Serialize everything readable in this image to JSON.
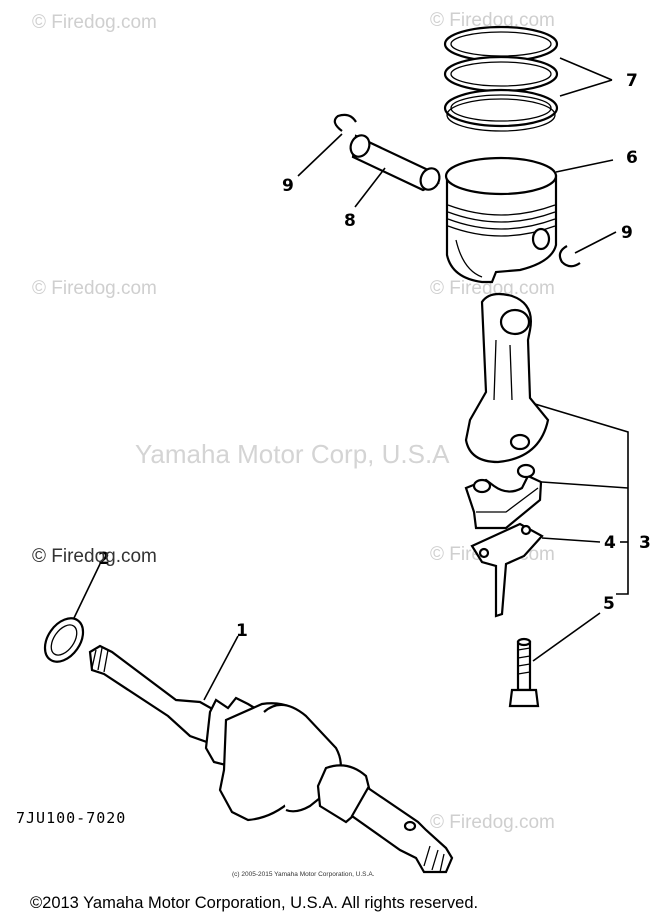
{
  "watermarks": {
    "firedog": "© Firedog.com",
    "firedog_alt": "© Firedog.com",
    "center": "Yamaha Motor Corp, U.S.A"
  },
  "callouts": {
    "crankshaft": "1",
    "oil_seal": "2",
    "connecting_rod_assy": "3",
    "oil_dipper": "4",
    "bolt": "5",
    "piston": "6",
    "piston_rings": "7",
    "piston_pin": "8",
    "circlip_left": "9",
    "circlip_right": "9"
  },
  "drawing_code": "7JU100-7020",
  "small_copyright": "(c) 2005-2015 Yamaha Motor Corporation, U.S.A.",
  "footer": "©2013 Yamaha Motor Corporation, U.S.A. All rights reserved."
}
